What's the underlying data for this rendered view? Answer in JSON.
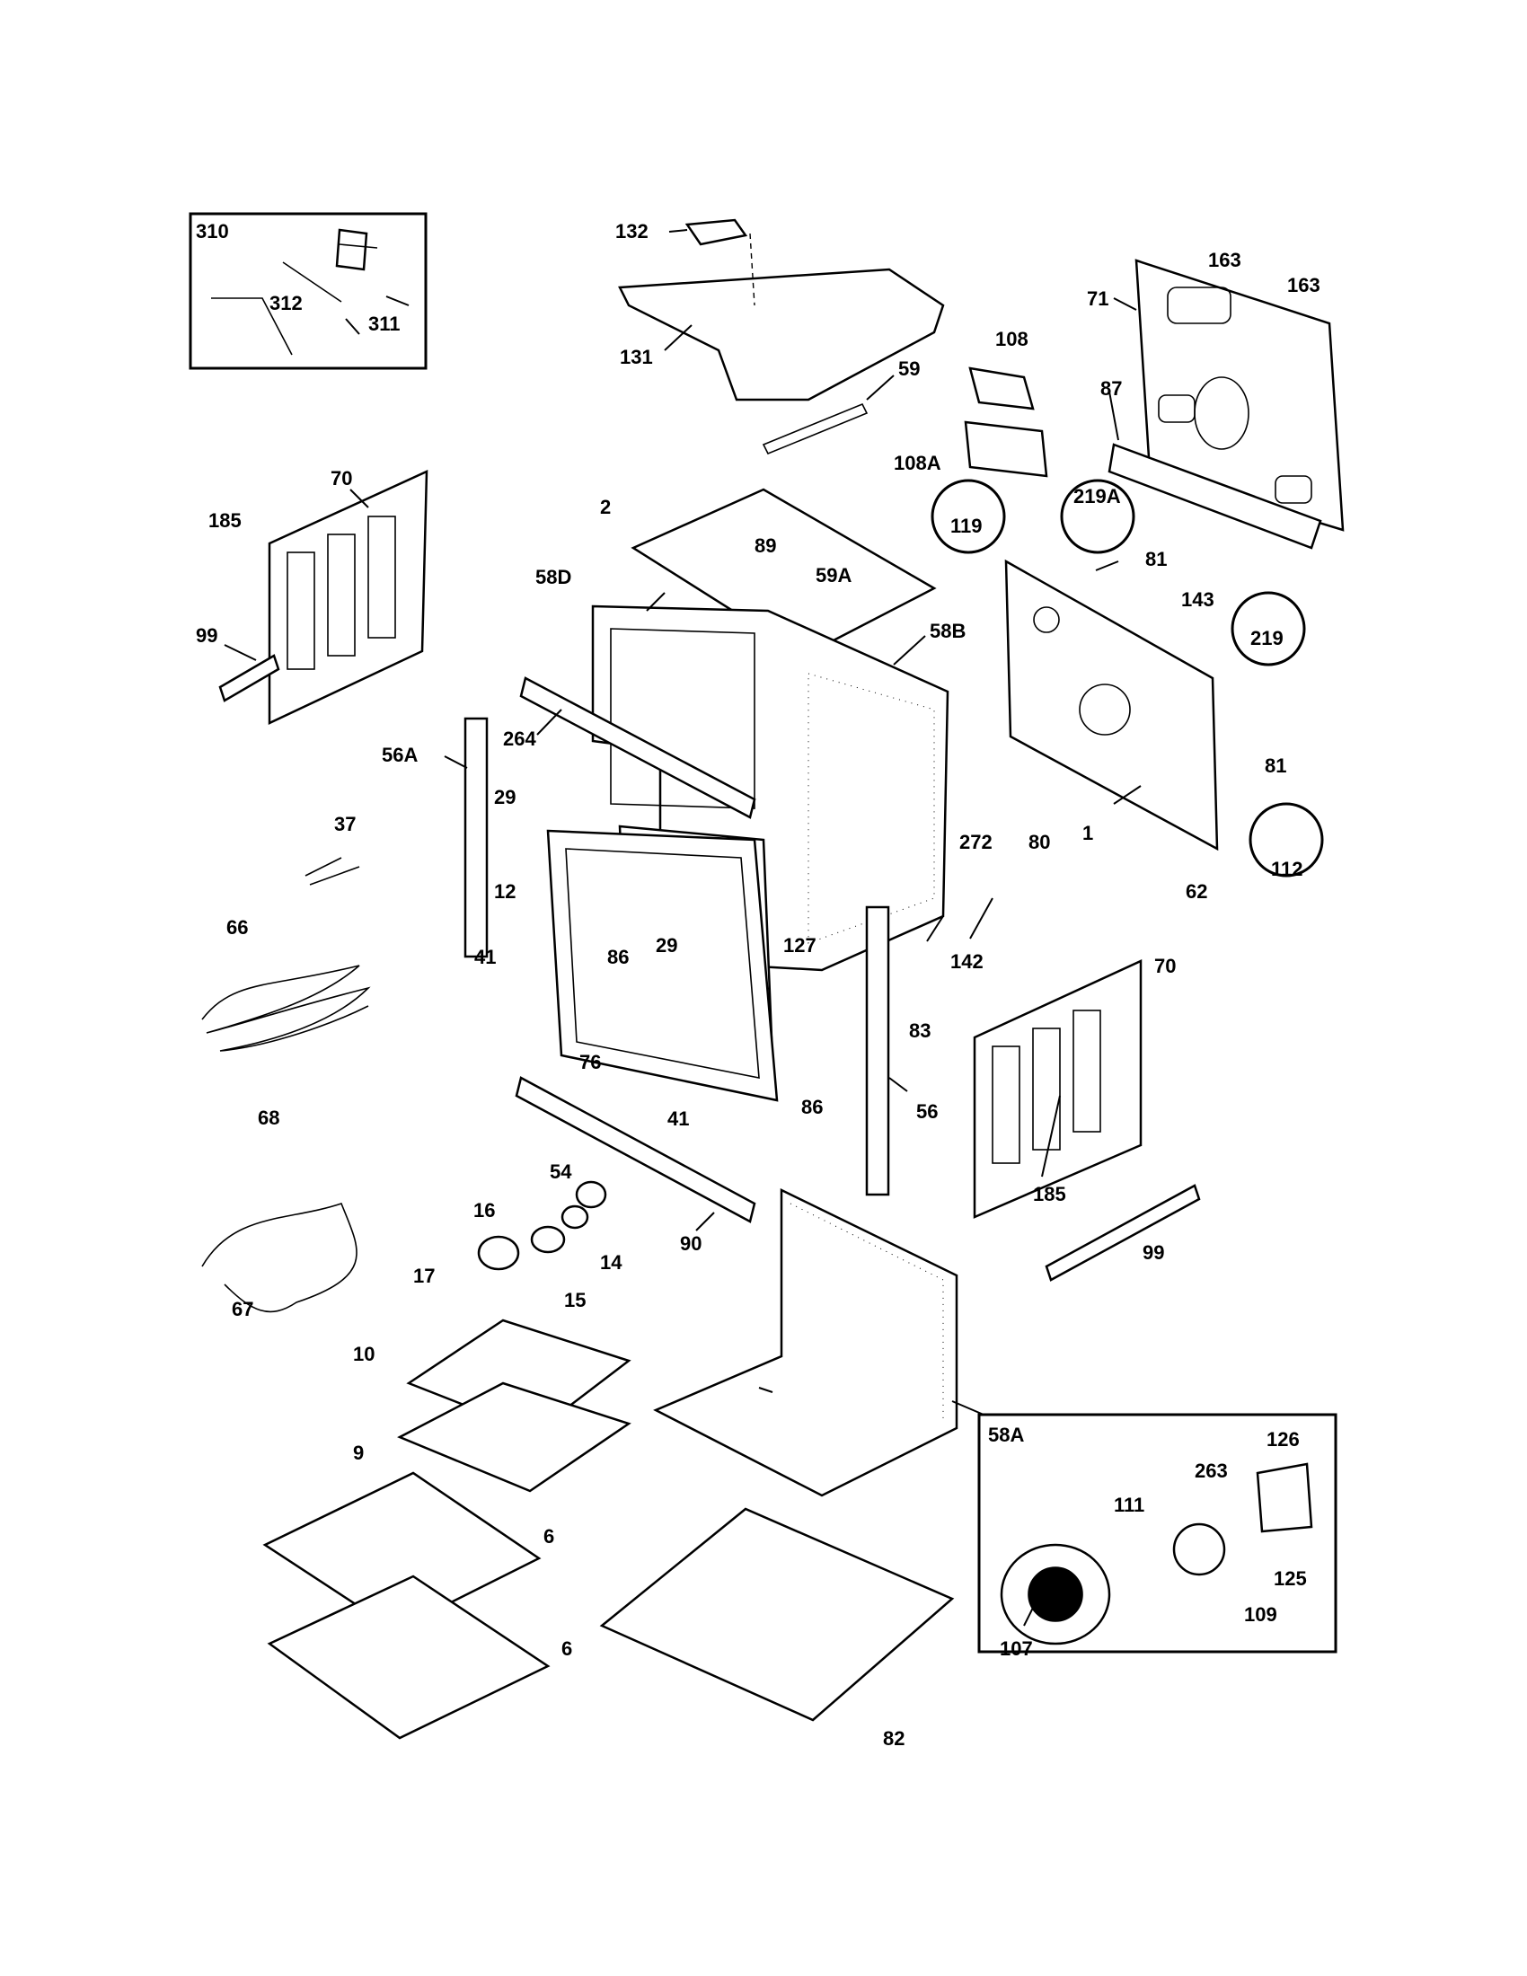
{
  "diagram": {
    "callouts": [
      "310",
      "312",
      "311",
      "132",
      "131",
      "59",
      "108",
      "108A",
      "163",
      "163",
      "71",
      "87",
      "70",
      "185",
      "99",
      "2",
      "89",
      "58D",
      "59A",
      "58B",
      "119",
      "219A",
      "81",
      "143",
      "219",
      "264",
      "56A",
      "29",
      "12",
      "37",
      "66",
      "68",
      "29",
      "127",
      "41",
      "86",
      "76",
      "41",
      "86",
      "83",
      "56",
      "142",
      "80",
      "272",
      "1",
      "81",
      "112",
      "62",
      "70",
      "185",
      "99",
      "54",
      "16",
      "14",
      "15",
      "17",
      "90",
      "67",
      "10",
      "9",
      "58A",
      "6",
      "6",
      "82",
      "126",
      "263",
      "111",
      "125",
      "109",
      "107"
    ]
  }
}
